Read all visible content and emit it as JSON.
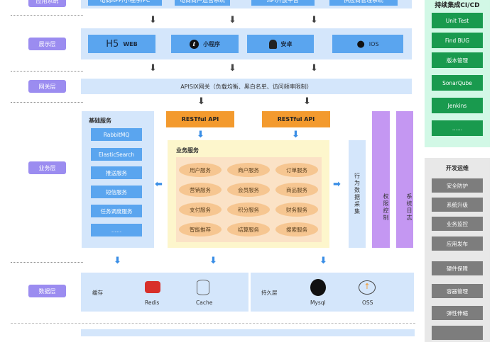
{
  "layers": {
    "app": "应用系统",
    "display": "展示层",
    "gateway": "网关层",
    "business": "业务层",
    "data": "数据层"
  },
  "app_systems": [
    "电商APP/小程序/PC",
    "电商商户运营系统",
    "API开放平台",
    "供应商管理系统"
  ],
  "display": [
    {
      "icon": "h5-icon",
      "label": "WEB"
    },
    {
      "icon": "miniprogram-icon",
      "label": "小程序"
    },
    {
      "icon": "android-icon",
      "label": "安卓"
    },
    {
      "icon": "apple-icon",
      "label": "IOS"
    }
  ],
  "gateway": "APISIX网关（负载均衡、黑白名单、访问频率限制）",
  "restful": [
    "RESTful API",
    "RESTful API"
  ],
  "base_services": {
    "title": "基础服务",
    "items": [
      "RabbitMQ",
      "ElasticSearch",
      "推送服务",
      "短信服务",
      "任务调度服务",
      "......"
    ]
  },
  "business_services": {
    "title": "业务服务",
    "items": [
      "用户服务",
      "商户服务",
      "订单服务",
      "营销服务",
      "会员服务",
      "商品服务",
      "支付服务",
      "积分服务",
      "财务服务",
      "智能推荐",
      "结算服务",
      "搜索服务"
    ]
  },
  "side_columns": [
    "行为数据采集",
    "权限控制",
    "系统日志"
  ],
  "data": {
    "cache": {
      "title": "缓存",
      "items": [
        "Redis",
        "Cache"
      ]
    },
    "persist": {
      "title": "持久层",
      "items": [
        "Mysql",
        "OSS"
      ]
    }
  },
  "cicd": {
    "title": "持续集成CI/CD",
    "items": [
      "Unit Test",
      "Find BUG",
      "版本管理",
      "SonarQube",
      "Jenkins",
      "......"
    ]
  },
  "devops": {
    "title": "开发运维",
    "items": [
      "安全防护",
      "系统升级",
      "业务监控",
      "应用发布",
      "硬件保障",
      "容器管理",
      "弹性伸缩",
      ""
    ]
  },
  "colors": {
    "label": "#9b8cf0",
    "band": "#d4e6fb",
    "box": "#5aa5ef",
    "orange": "#f39a2e",
    "ci": "#199a4e",
    "ops": "#7d7d7d",
    "purple": "#c497f2"
  }
}
